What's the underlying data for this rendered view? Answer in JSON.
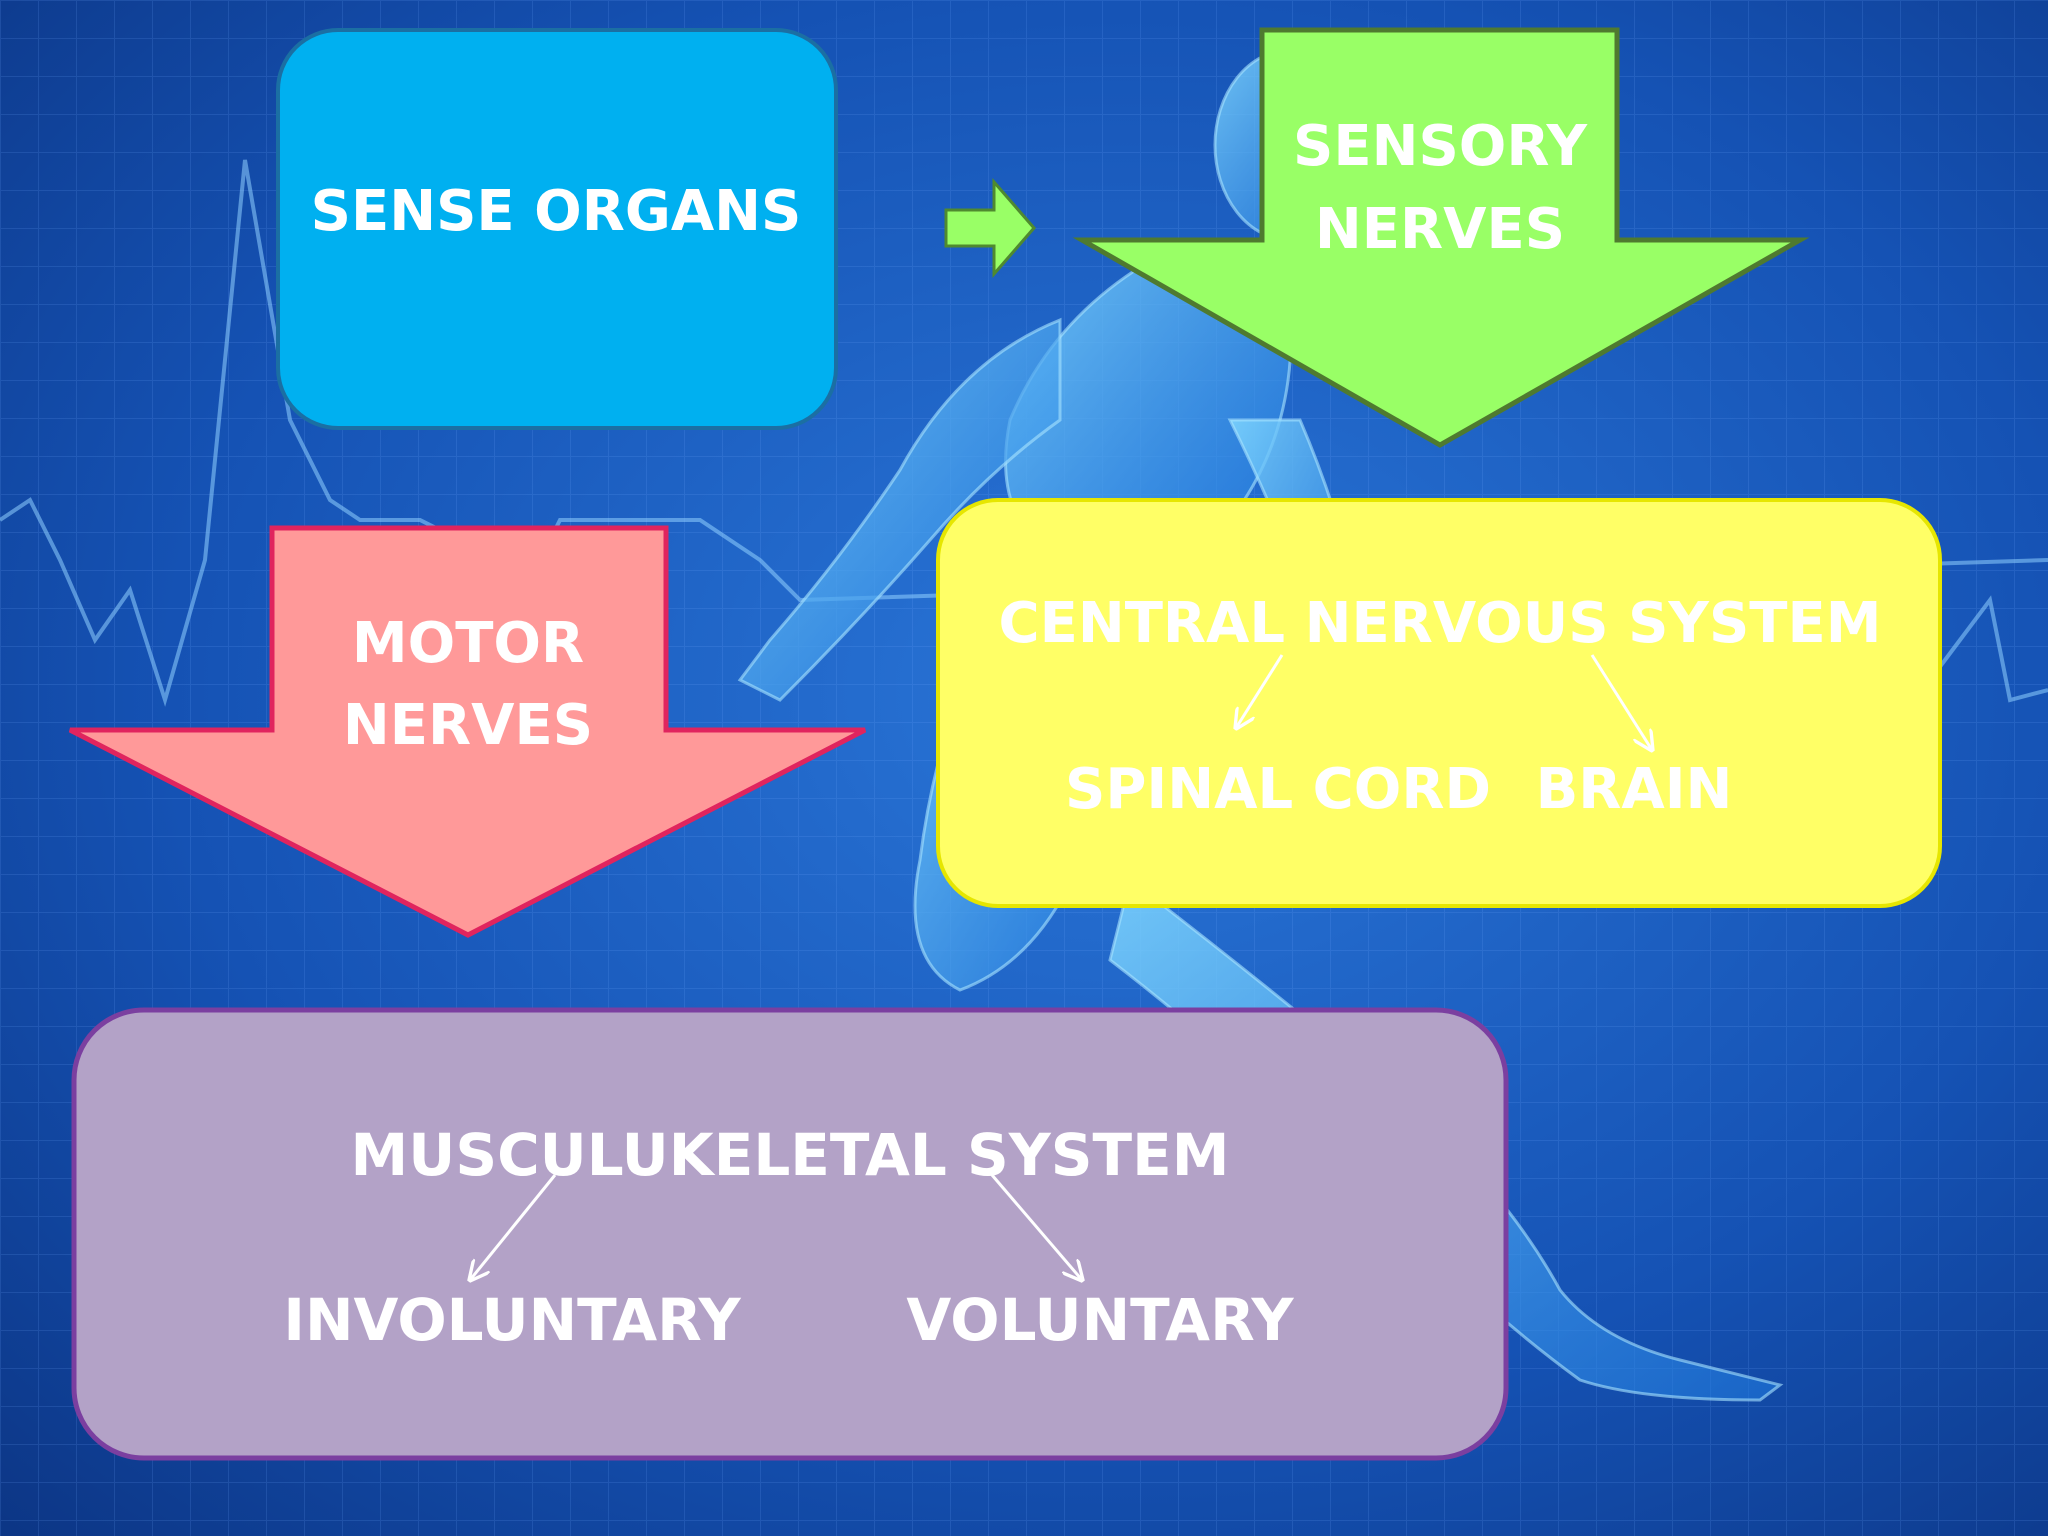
{
  "colors": {
    "background": "#1148a8",
    "sense_organs_box": "#00b0f0",
    "sensory_arrow": "#99ff66",
    "motor_arrow": "#ff9999",
    "cns_box": "#ffff66",
    "musculoskeletal_box": "#b3a2c7",
    "label_text": "#ffffff"
  },
  "nodes": {
    "sense_organs": {
      "label": "SENSE ORGANS"
    },
    "sensory_nerves": {
      "line1": "SENSORY",
      "line2": "NERVES"
    },
    "motor_nerves": {
      "line1": "MOTOR",
      "line2": "NERVES"
    },
    "cns": {
      "title": "CENTRAL NERVOUS SYSTEM",
      "children": [
        "SPINAL CORD",
        "BRAIN"
      ]
    },
    "musculoskeletal": {
      "title": "MUSCULUKELETAL SYSTEM",
      "children": [
        "INVOLUNTARY",
        "VOLUNTARY"
      ]
    }
  },
  "edges": [
    {
      "from": "sense_organs",
      "to": "sensory_nerves"
    },
    {
      "from": "sensory_nerves",
      "to": "cns"
    },
    {
      "from": "motor_nerves",
      "to": "musculoskeletal"
    },
    {
      "from": "cns",
      "to": "spinal_cord"
    },
    {
      "from": "cns",
      "to": "brain"
    },
    {
      "from": "musculoskeletal",
      "to": "involuntary"
    },
    {
      "from": "musculoskeletal",
      "to": "voluntary"
    }
  ]
}
